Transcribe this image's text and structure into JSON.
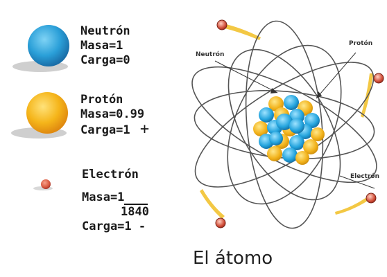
{
  "legend": {
    "neutron": {
      "name": "Neutrón",
      "mass": "Masa=1",
      "charge": "Carga=0"
    },
    "proton": {
      "name": "Protón",
      "mass": "Masa=0.99",
      "charge": "Carga=1",
      "charge_sign": "+"
    },
    "electron": {
      "name": "Electrón",
      "mass_prefix": "Masa=1",
      "mass_denominator": "1840",
      "charge": "Carga=1 -"
    }
  },
  "diagram": {
    "label_neutron": "Neutrón",
    "label_proton": "Protón",
    "label_electron": "Electrón"
  },
  "title": "El átomo",
  "colors": {
    "neutron": "#2a9fd8",
    "proton": "#f5b51a",
    "electron": "#d9593f",
    "orbit": "#555555",
    "trail": "#f2c230"
  }
}
